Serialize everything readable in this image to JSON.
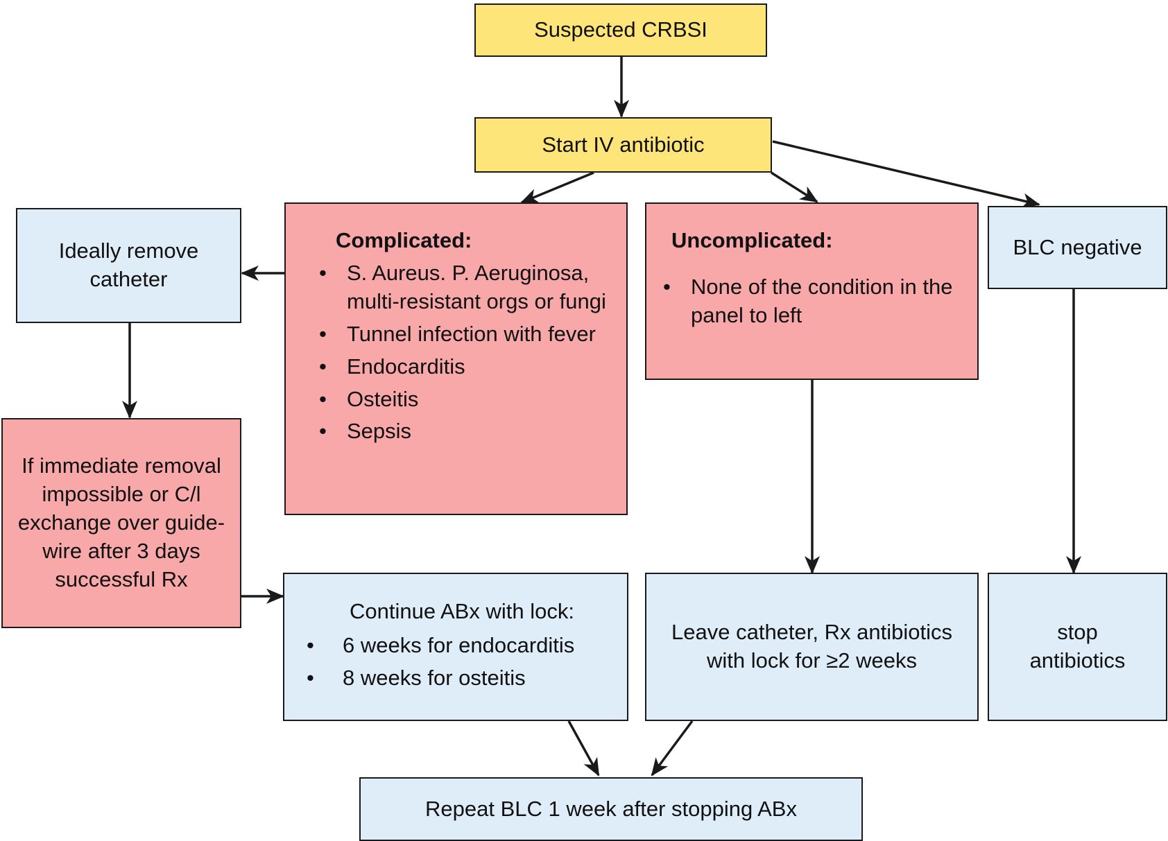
{
  "nodes": {
    "suspected": "Suspected CRBSI",
    "start_iv": "Start IV antibiotic",
    "remove_catheter": "Ideally remove catheter",
    "complicated": {
      "heading": "Complicated:",
      "items": [
        "S. Aureus. P. Aeruginosa, multi-resistant orgs or fungi",
        "Tunnel infection with fever",
        "Endocarditis",
        "Osteitis",
        "Sepsis"
      ]
    },
    "uncomplicated": {
      "heading": "Uncomplicated:",
      "items": [
        "None of the condition in the panel to left"
      ]
    },
    "blc_negative": "BLC negative",
    "immediate_removal": "If immediate removal impossible or C/l exchange over guide-wire after 3 days successful Rx",
    "continue_abx": {
      "heading": "Continue ABx with lock:",
      "items": [
        "6 weeks for endocarditis",
        "8 weeks for osteitis"
      ]
    },
    "leave_catheter": "Leave catheter, Rx antibiotics with lock for ≥2 weeks",
    "stop_antibiotics": "stop antibiotics",
    "repeat_blc": "Repeat BLC 1 week after stopping ABx"
  },
  "colors": {
    "yellow": "#fde57a",
    "blue": "#dfedf8",
    "red": "#f8a8a8",
    "line": "#1a1a1a"
  }
}
